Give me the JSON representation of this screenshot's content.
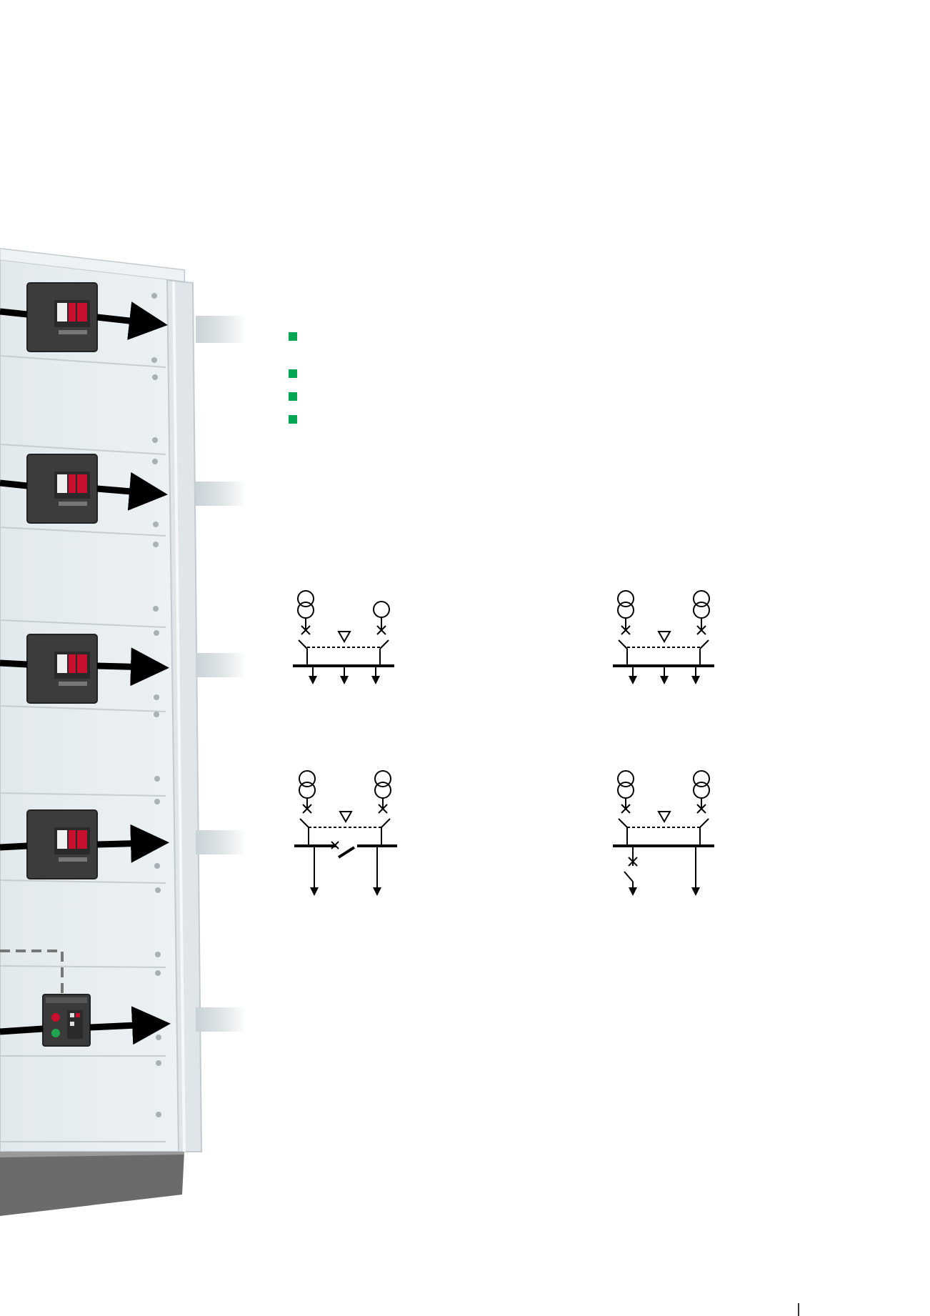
{
  "colors": {
    "bullet": "#00a651",
    "arrow": "#000000",
    "panel": "#e7edf1",
    "frame": "#d0d6da",
    "plinth": "#6e6e6e",
    "breaker_body": "#3c3c3c",
    "handle_red": "#c8102e",
    "handle_green": "#1fa54d",
    "tab_gray": "#ccd5d9"
  },
  "bullet_list": {
    "items": [
      {
        "text": "",
        "icon": "square-bullet"
      },
      {
        "text": "",
        "icon": "square-bullet"
      },
      {
        "text": "",
        "icon": "square-bullet"
      },
      {
        "text": "",
        "icon": "square-bullet"
      }
    ]
  },
  "panel": {
    "molded_case_breakers": 4,
    "air_circuit_breakers": 1,
    "outgoing_arrows": 5
  },
  "diagrams": [
    {
      "name": "diagram-two-transformers-generator",
      "sources": [
        "transformer",
        "transformer",
        "generator"
      ],
      "outgoing_feeders": 3,
      "bus_coupler": false
    },
    {
      "name": "diagram-two-transformers-interlock",
      "sources": [
        "transformer",
        "transformer"
      ],
      "outgoing_feeders": 3,
      "bus_coupler": false
    },
    {
      "name": "diagram-two-transformers-bus-coupler",
      "sources": [
        "transformer",
        "transformer"
      ],
      "outgoing_feeders": 2,
      "bus_coupler": true
    },
    {
      "name": "diagram-two-transformers-feeder-breaker",
      "sources": [
        "transformer",
        "transformer"
      ],
      "outgoing_feeders": 2,
      "bus_coupler": false
    }
  ],
  "footer": {
    "page_number": ""
  }
}
